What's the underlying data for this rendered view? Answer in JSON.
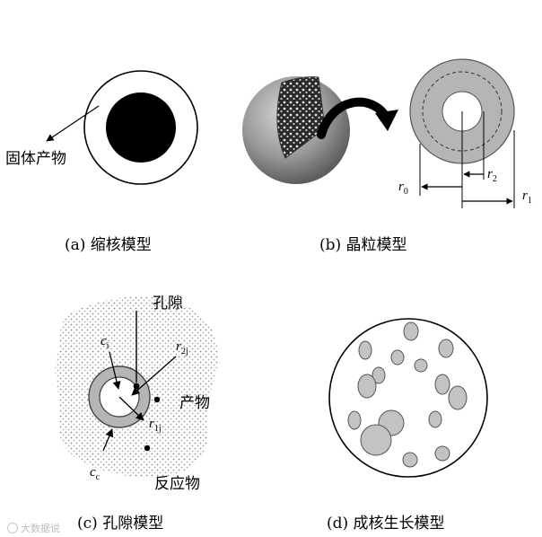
{
  "panels": {
    "a": {
      "caption": "(a)  缩核模型",
      "label_product": "固体产物"
    },
    "b": {
      "caption": "(b)  晶粒模型",
      "r0_base": "r",
      "r0_sub": "0",
      "r1_base": "r",
      "r1_sub": "1",
      "r2_base": "r",
      "r2_sub": "2"
    },
    "c": {
      "caption": "(c)  孔隙模型",
      "label_pore": "孔隙",
      "label_product": "产物",
      "label_reactant": "反应物",
      "ci_base": "c",
      "ci_sub": "i",
      "cc_base": "c",
      "cc_sub": "c",
      "r2j_base": "r",
      "r2j_sub": "2j",
      "r1j_base": "r",
      "r1j_sub": "1j"
    },
    "d": {
      "caption": "(d)  成核生长模型"
    }
  },
  "watermark": "大数据说",
  "colors": {
    "black": "#000000",
    "gray_fill": "#b5b5b5",
    "dot_gray": "#8c8c8c",
    "nuclei_fill": "#c3c3c3",
    "nuclei_stroke": "#555555"
  }
}
